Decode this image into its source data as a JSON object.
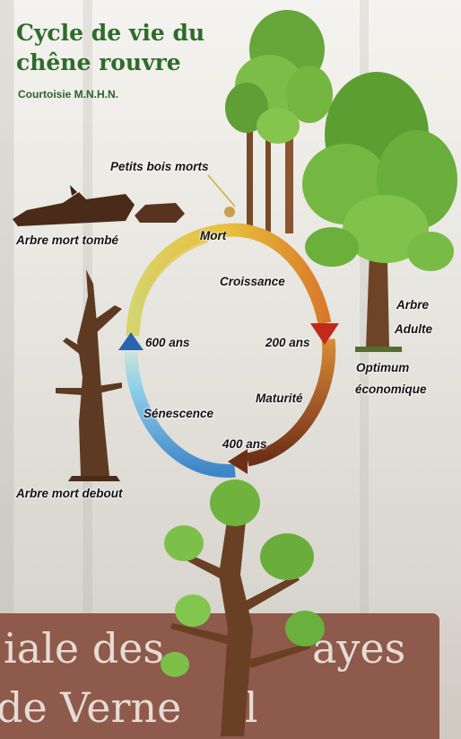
{
  "header": {
    "title_line1": "Cycle de vie du",
    "title_line2": "chêne rouvre",
    "credit": "Courtoisie M.N.H.N."
  },
  "cycle": {
    "petits_bois_morts": "Petits bois morts",
    "mort": "Mort",
    "croissance": "Croissance",
    "age_200": "200 ans",
    "maturite": "Maturité",
    "age_400": "400 ans",
    "senescence": "Sénescence",
    "age_600": "600 ans"
  },
  "stages": {
    "arbre_adulte_line1": "Arbre",
    "arbre_adulte_line2": "Adulte",
    "optimum_line1": "Optimum",
    "optimum_line2": "économique",
    "arbre_mort_tombe": "Arbre mort tombé",
    "arbre_mort_debout": "Arbre mort debout"
  },
  "sign": {
    "line1": "iale des ",
    "line1_end": "ayes",
    "line2": "de Verne",
    "line2_end": "il"
  },
  "colors": {
    "title_green": "#2f6b2a",
    "arc_yellow": "#e0c03a",
    "arc_orange": "#d9872f",
    "arc_brown": "#7a3a1c",
    "arc_blue": "#4a8fd0",
    "arrow_red": "#c0291c",
    "arrow_blue": "#2a64b0",
    "sign_brown": "#8e5a4c"
  }
}
